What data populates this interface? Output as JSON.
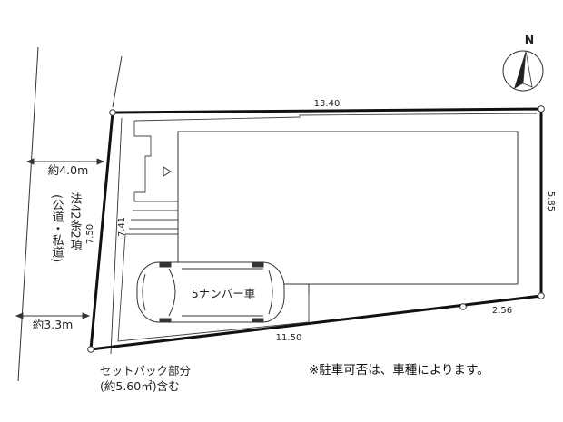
{
  "compass": {
    "label": "N"
  },
  "dimensions": {
    "top": "13.40",
    "right": "5.85",
    "bottom": "11.50",
    "bottom_right": "2.56",
    "left_outer": "7.50",
    "left_inner": "7.41"
  },
  "road": {
    "width_top": "約4.0m",
    "width_bottom": "約3.3m",
    "type_col1": "法42条2項",
    "type_col2": "(公道・私道)"
  },
  "setback": {
    "line1": "セットバック部分",
    "line2": "(約5.60㎡)含む"
  },
  "parking": {
    "car_label": "5ナンバー車"
  },
  "note": "※駐車可否は、車種によります。"
}
